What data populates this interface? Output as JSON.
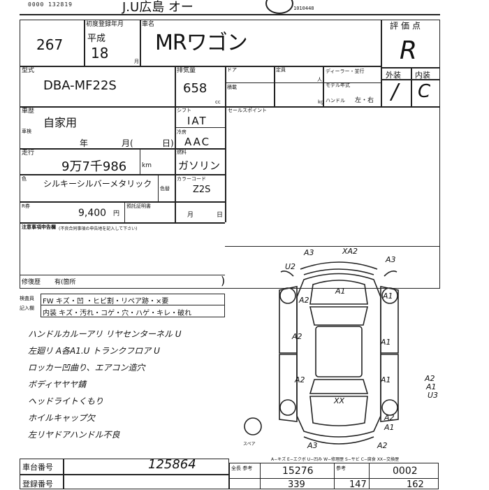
{
  "header": {
    "barcode_text": "0000 132819",
    "auction_name": "J.U広島 オー",
    "top_code": "1010448"
  },
  "lot": {
    "number": "267"
  },
  "first_reg": {
    "label": "初度登録年月",
    "era": "平成",
    "year": "18",
    "month_unit": "月"
  },
  "car_name": {
    "label": "車名",
    "value": "MRワゴン"
  },
  "grade_box": {
    "label": "評価点",
    "value": "R"
  },
  "exterior_interior": {
    "exterior_label": "外装",
    "interior_label": "内装",
    "exterior_value": "/",
    "interior_value": "C"
  },
  "model": {
    "label": "型式",
    "value": "DBA-MF22S"
  },
  "displacement": {
    "label": "排気量",
    "value": "658",
    "unit": "cc"
  },
  "door": {
    "label": "ドア"
  },
  "seats": {
    "label": "定員",
    "unit": "人"
  },
  "dealer": {
    "label": "ディーラー・並行",
    "model_year": "モデル年式"
  },
  "load": {
    "label": "積載",
    "unit": "kg"
  },
  "handle": {
    "label": "ハンドル",
    "value": "左・右"
  },
  "usage": {
    "label": "車歴",
    "value": "自家用"
  },
  "inspection": {
    "label": "車検",
    "year_unit": "年",
    "month_unit": "月(",
    "day_unit": "日)"
  },
  "shift": {
    "label": "シフト",
    "value": "IAT"
  },
  "aircon": {
    "label": "冷房",
    "value": "AAC"
  },
  "sales_point": {
    "label": "セールスポイント"
  },
  "mileage": {
    "label": "走行",
    "value": "9万7千986",
    "unit": "km"
  },
  "fuel": {
    "label": "燃料",
    "value": "ガソリン"
  },
  "color": {
    "label": "色",
    "value": "シルキーシルバーメタリック",
    "change_label": "色替"
  },
  "color_code": {
    "label": "カラーコード",
    "value": "Z2S"
  },
  "recycle": {
    "label": "R券",
    "value": "9,400",
    "unit": "円"
  },
  "recycle_date": {
    "label": "預託証明書",
    "month_unit": "月",
    "day_unit": "日"
  },
  "notes": {
    "label": "注意事項申告欄",
    "sub": "(不良合同事項の申告地を記入して下さい)"
  },
  "repair_history": {
    "label": "修復歴",
    "value": "有(箇所"
  },
  "inspector": {
    "label_top": "検査員",
    "label_bottom": "記入欄",
    "row1": "FW キズ・凹 ・ヒビ割・リペア跡・×要",
    "row2": "内装 キズ・汚れ・コゲ・穴・ハゲ・キレ・破れ"
  },
  "handwritten_notes": [
    "ハンドルカルーアリ リヤセンターネル U",
    "左廻リ A各A1.U  トランクフロア U",
    "ロッカー凹曲り、エアコン造穴",
    "ボディヤヤヤ錆",
    "ヘッドライトくもり",
    "ホイルキャップ欠",
    "左リヤドアハンドル不良"
  ],
  "diagram_marks": [
    "A3",
    "XA2",
    "A3",
    "U2",
    "A1",
    "A2",
    "A1",
    "A2",
    "A1",
    "A2",
    "A1",
    "A2",
    "A1",
    "U3",
    "A3",
    "XX",
    "A2",
    "A2",
    "A1"
  ],
  "diagram_legend": "A−キズ E−エクボ U−凹み W−修理歴 S−サビ C−腐食 XX−交換歴",
  "spare_label": "スペア",
  "vehicle_number": {
    "label": "車台番号",
    "value": "125864"
  },
  "registration": {
    "label": "登録番号"
  },
  "stats": {
    "label1": "全長 参考",
    "value1": "15276",
    "label2": "参考",
    "value2": "0002",
    "value3": "339",
    "value4": "147",
    "value5": "162"
  },
  "colors": {
    "ink": "#111111",
    "line": "#222222"
  }
}
